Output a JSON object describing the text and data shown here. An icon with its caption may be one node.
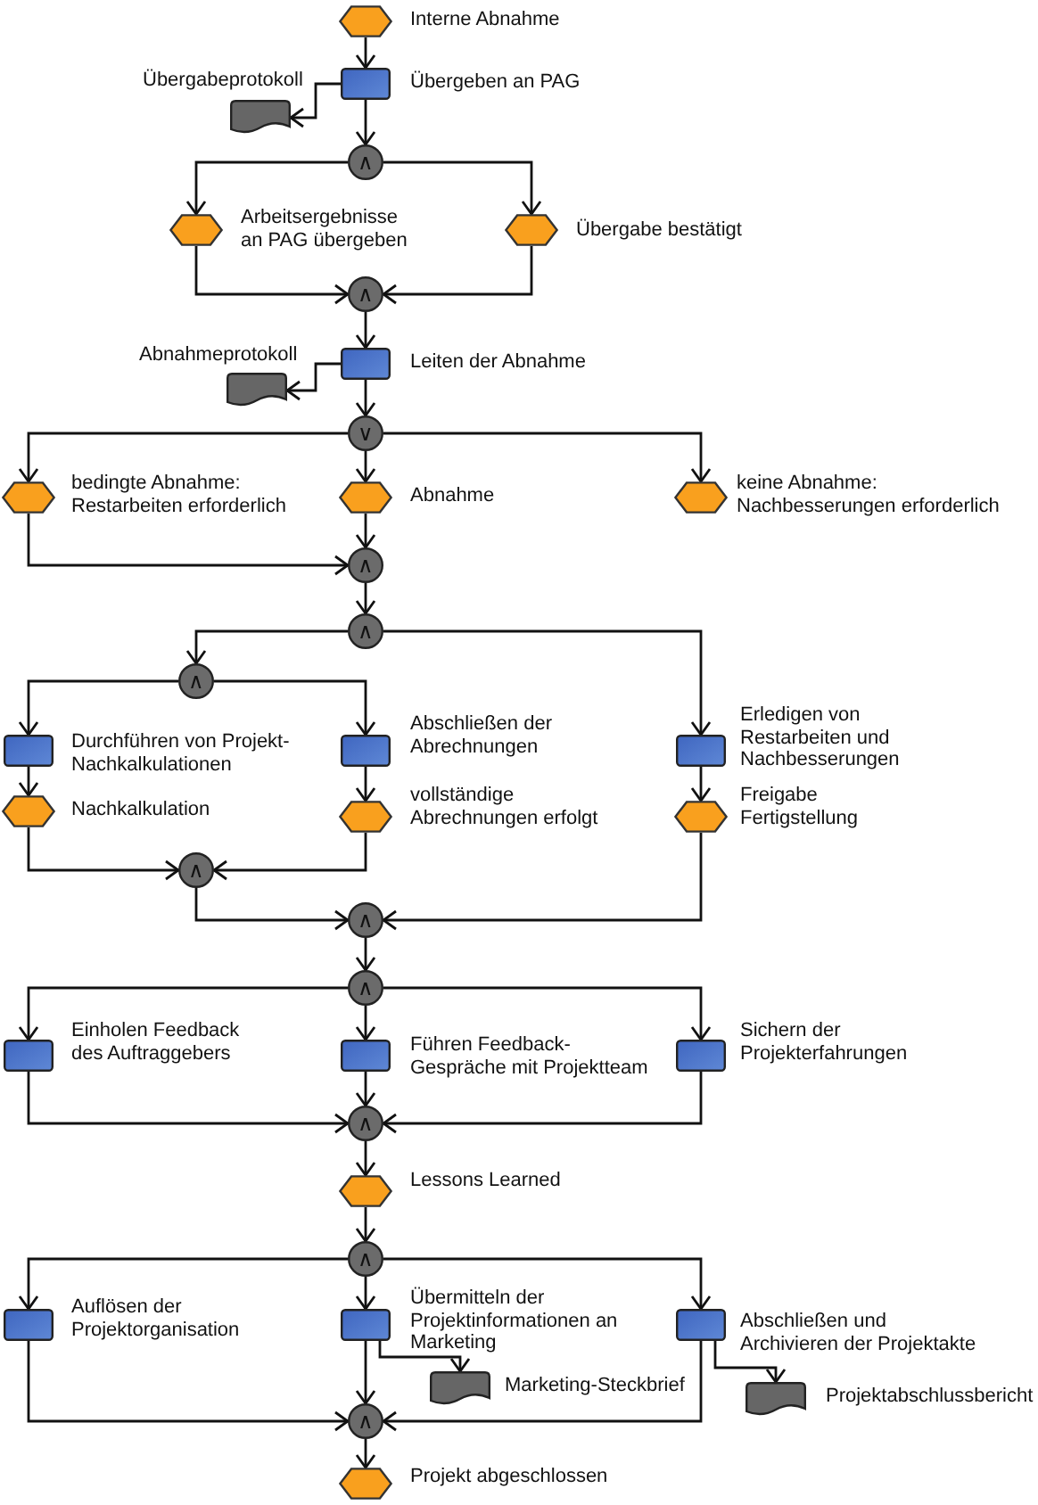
{
  "diagram": {
    "nodes": [
      {
        "text": [
          "Interne Abnahme"
        ]
      },
      {
        "text": [
          "Übergeben an PAG"
        ]
      },
      {
        "text": [
          "Übergabeprotokoll"
        ]
      },
      {
        "text": [
          "∧"
        ]
      },
      {
        "text": [
          "Arbeitsergebnisse an PAG übergeben"
        ]
      },
      {
        "text": [
          "Übergabe bestätigt"
        ]
      },
      {
        "text": [
          "∧"
        ]
      },
      {
        "text": [
          "Leiten der Abnahme"
        ]
      },
      {
        "text": [
          "Abnahmeprotokoll"
        ]
      },
      {
        "text": [
          "∨"
        ]
      },
      {
        "text": [
          "bedingte Abnahme: Restarbeiten erforderlich"
        ]
      },
      {
        "text": [
          "Abnahme"
        ]
      },
      {
        "text": [
          "keine Abnahme: Nachbesserungen erforderlich"
        ]
      },
      {
        "text": [
          "∧"
        ]
      },
      {
        "text": [
          "∧"
        ]
      },
      {
        "text": [
          "∧"
        ]
      },
      {
        "text": [
          "Durchführen von Projekt-Nachkalkulationen"
        ]
      },
      {
        "text": [
          "Nachkalkulation"
        ]
      },
      {
        "text": [
          "Abschließen der Abrechnungen"
        ]
      },
      {
        "text": [
          "vollständige Abrechnungen erfolgt"
        ]
      },
      {
        "text": [
          "Erledigen von Restarbeiten und Nachbesserungen"
        ]
      },
      {
        "text": [
          "Freigabe Fertigstellung"
        ]
      },
      {
        "text": [
          "∧"
        ]
      },
      {
        "text": [
          "∧"
        ]
      },
      {
        "text": [
          "∧"
        ]
      },
      {
        "text": [
          "Einholen Feedback des Auftraggebers"
        ]
      },
      {
        "text": [
          "Führen Feedback-Gespräche mit Projektteam"
        ]
      },
      {
        "text": [
          "Sichern der Projekterfahrungen"
        ]
      },
      {
        "text": [
          "∧"
        ]
      },
      {
        "text": [
          "Lessons Learned"
        ]
      },
      {
        "text": [
          "∧"
        ]
      },
      {
        "text": [
          "Auflösen der Projektorganisation"
        ]
      },
      {
        "text": [
          "Übermitteln der Projektinformationen an Marketing"
        ]
      },
      {
        "text": [
          "Marketing-Steckbrief"
        ]
      },
      {
        "text": [
          "Abschließen und Archivieren der Projektakte"
        ]
      },
      {
        "text": [
          "Projektabschlussbericht"
        ]
      },
      {
        "text": [
          "∧"
        ]
      },
      {
        "text": [
          "Projekt abgeschlossen"
        ]
      }
    ],
    "edges": [
      {
        "from": 0,
        "to": 1,
        "arrow": "to"
      },
      {
        "from": 1,
        "to": 2,
        "arrow": "to"
      },
      {
        "from": 1,
        "to": 3,
        "arrow": "to"
      },
      {
        "from": 3,
        "to": 4,
        "arrow": "to"
      },
      {
        "from": 3,
        "to": 5,
        "arrow": "to"
      },
      {
        "from": 4,
        "to": 6,
        "arrow": "to"
      },
      {
        "from": 5,
        "to": 6,
        "arrow": "to"
      },
      {
        "from": 6,
        "to": 7,
        "arrow": "to"
      },
      {
        "from": 7,
        "to": 8,
        "arrow": "to"
      },
      {
        "from": 7,
        "to": 9,
        "arrow": "to"
      },
      {
        "from": 9,
        "to": 10,
        "arrow": "to"
      },
      {
        "from": 9,
        "to": 11,
        "arrow": "to"
      },
      {
        "from": 9,
        "to": 12,
        "arrow": "to"
      },
      {
        "from": 10,
        "to": 13,
        "arrow": "to"
      },
      {
        "from": 11,
        "to": 13,
        "arrow": "to"
      },
      {
        "from": 13,
        "to": 14,
        "arrow": "to"
      },
      {
        "from": 14,
        "to": 15,
        "arrow": "to"
      },
      {
        "from": 14,
        "to": 20,
        "arrow": "to"
      },
      {
        "from": 15,
        "to": 16,
        "arrow": "to"
      },
      {
        "from": 15,
        "to": 18,
        "arrow": "to"
      },
      {
        "from": 16,
        "to": 17,
        "arrow": "to"
      },
      {
        "from": 18,
        "to": 19,
        "arrow": "to"
      },
      {
        "from": 20,
        "to": 21,
        "arrow": "to"
      },
      {
        "from": 17,
        "to": 22,
        "arrow": "to"
      },
      {
        "from": 19,
        "to": 22,
        "arrow": "to"
      },
      {
        "from": 22,
        "to": 23,
        "arrow": "to"
      },
      {
        "from": 21,
        "to": 23,
        "arrow": "to"
      },
      {
        "from": 23,
        "to": 24,
        "arrow": "to"
      },
      {
        "from": 24,
        "to": 25,
        "arrow": "to"
      },
      {
        "from": 24,
        "to": 26,
        "arrow": "to"
      },
      {
        "from": 24,
        "to": 27,
        "arrow": "to"
      },
      {
        "from": 25,
        "to": 28,
        "arrow": "to"
      },
      {
        "from": 26,
        "to": 28,
        "arrow": "to"
      },
      {
        "from": 27,
        "to": 28,
        "arrow": "to"
      },
      {
        "from": 28,
        "to": 29,
        "arrow": "to"
      },
      {
        "from": 29,
        "to": 30,
        "arrow": "to"
      },
      {
        "from": 30,
        "to": 31,
        "arrow": "to"
      },
      {
        "from": 30,
        "to": 32,
        "arrow": "to"
      },
      {
        "from": 30,
        "to": 34,
        "arrow": "to"
      },
      {
        "from": 32,
        "to": 33,
        "arrow": "to"
      },
      {
        "from": 34,
        "to": 35,
        "arrow": "to"
      },
      {
        "from": 31,
        "to": 36,
        "arrow": "to"
      },
      {
        "from": 32,
        "to": 36,
        "arrow": "to"
      },
      {
        "from": 34,
        "to": 36,
        "arrow": "to"
      },
      {
        "from": 36,
        "to": 37,
        "arrow": "to"
      }
    ]
  }
}
